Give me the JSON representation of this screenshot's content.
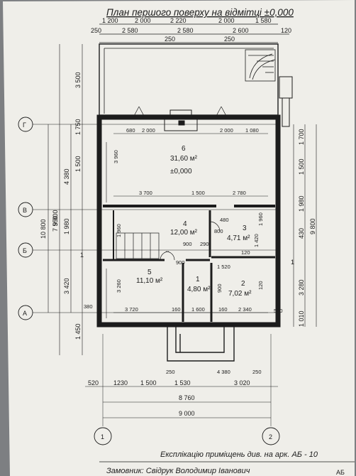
{
  "title": "План  першого поверху на відмітці ±0,000",
  "top_dims_row1": [
    "1 200",
    "2 000",
    "2 220",
    "2 000",
    "1 580"
  ],
  "top_dims_row2": [
    "250",
    "2 580",
    "2 580",
    "2 600",
    "120"
  ],
  "top_dims_row3": [
    "250",
    "250"
  ],
  "left_dims_outer": [
    "10 800",
    "9 800",
    "3 500",
    "1 450"
  ],
  "left_dims_mid": [
    "4 380",
    "3 420"
  ],
  "left_dims_inner": [
    "1 750",
    "1 500",
    "1 980",
    "7 550",
    "1"
  ],
  "right_dims_outer": [
    "1 010",
    "3 280",
    "9 800",
    "1 700",
    "1 500",
    "1 980",
    "430",
    "1"
  ],
  "axes": {
    "g": "Г",
    "v": "В",
    "b": "Б",
    "a": "А",
    "one": "1",
    "two": "2"
  },
  "plan_dims": {
    "r6_top": [
      "680",
      "2 000",
      "2 000",
      "1 080"
    ],
    "r6_left": "3 960",
    "r4_row": [
      "3 700",
      "1 500",
      "2 780"
    ],
    "r4_left": "1 960",
    "mid_small": [
      "900",
      "290",
      "800",
      "480",
      "1 960",
      "1 420",
      "1 520",
      "900",
      "120",
      "900",
      "120"
    ],
    "r5_left": "3 260",
    "bottom_row": [
      "3 720",
      "160",
      "1 600",
      "160",
      "2 340"
    ],
    "bottom_side": [
      "380",
      "520"
    ],
    "porch_dims": [
      "250",
      "4 380",
      "250"
    ],
    "bottom_dims1": [
      "520",
      "1230",
      "1 500",
      "1 530",
      "3 020"
    ],
    "bottom_total1": "8 760",
    "bottom_total2": "9 000"
  },
  "rooms": [
    {
      "no": "6",
      "area": "31,60 м²",
      "level": "±0,000"
    },
    {
      "no": "4",
      "area": "12,00 м²"
    },
    {
      "no": "3",
      "area": "4,71 м²"
    },
    {
      "no": "5",
      "area": "11,10 м²"
    },
    {
      "no": "1",
      "area": "4,80 м²"
    },
    {
      "no": "2",
      "area": "7,02 м²"
    }
  ],
  "note": "Експлікацію приміщень див. на арк. АБ - 10",
  "footer": {
    "client": "Замовник: Свідрук Володимир Іванович",
    "sheet": "АБ"
  },
  "colors": {
    "paper": "#efeee9",
    "ink": "#1c1c1c",
    "shadow": "#7d7f82"
  }
}
